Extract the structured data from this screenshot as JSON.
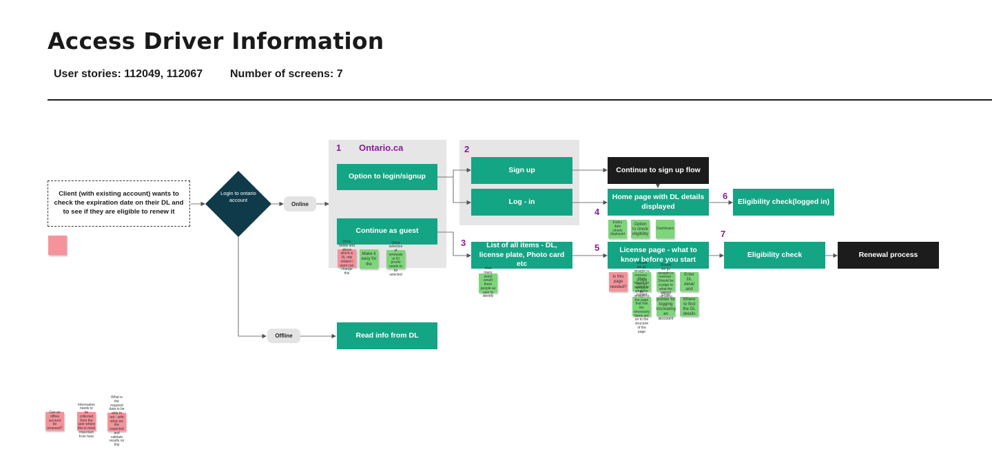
{
  "title": "Access Driver Information",
  "user_stories": "User stories: 112049, 112067",
  "screens": "Number of screens: 7",
  "client_box": "Client (with existing account) wants to check the expiration date on their DL and to see if they are eligible to renew it",
  "decision": "Login to ontario account",
  "online": "Online",
  "offline": "Offline",
  "group1": {
    "num": "1",
    "title": "Ontario.ca"
  },
  "group2": {
    "num": "2"
  },
  "nodes": {
    "option_login": "Option to login/signup",
    "continue_guest": "Continue as guest",
    "read_dl": "Read info from DL",
    "sign_up": "Sign up",
    "log_in": "Log - in",
    "continue_signup": "Continue to sign up flow",
    "home_page": "Home page with DL details displayed",
    "list_items": "List of all items - DL, license plate, Photo card etc",
    "license_page": "License page - what to know before you start",
    "eligibility_logged": "Eligibility check(logged in)",
    "eligibility": "Eligibility check",
    "renewal": "Renewal process"
  },
  "step_numbers": {
    "n3": "3",
    "n4": "4",
    "n5": "5",
    "n6": "6",
    "n7": "7"
  },
  "stickies": {
    "guest_pink": "Once below and above which is DL ride related / want can change this",
    "guest_green1": "Make it easy for the",
    "guest_green2": "Once selection of renewals or ID proofs needs to be selected",
    "list_green": "How many items would there people as user to identify",
    "home_green1": "Expiry date clearly displayed",
    "home_green2": "Option to check eligibility",
    "home_green3": "Dashboard",
    "lic_pink": "Is this page needed?",
    "lic_green1": "Should we go straight to renewal - Then should be a page to what the current situation",
    "lic_green2": "Should we go straight to renewal - Should be a page to what the current situation",
    "lic_green3": "Enter DL detail and",
    "lic_green4": "Should this go and just be straight to the page that has the necessary items are on to the structure of the page",
    "lic_green5": "Give pointer for logging in/creating an account",
    "lic_green6": "Where to find the DL details",
    "bottom_pink1": "Can an offline account be renewed?",
    "bottom_pink2": "Information needs to be collected from the user where this is most important from here",
    "bottom_pink3": "What is the required data to be able to not - with what are the expected and validate results on this"
  },
  "colors": {
    "node_green": "#14a585",
    "node_black": "#1c1c1c",
    "decision": "#0f3a4a",
    "step_number": "#8a1a9a",
    "sticky_pink": "#f4939c",
    "sticky_green": "#7dd67a",
    "group_bg": "#e6e6e6"
  }
}
